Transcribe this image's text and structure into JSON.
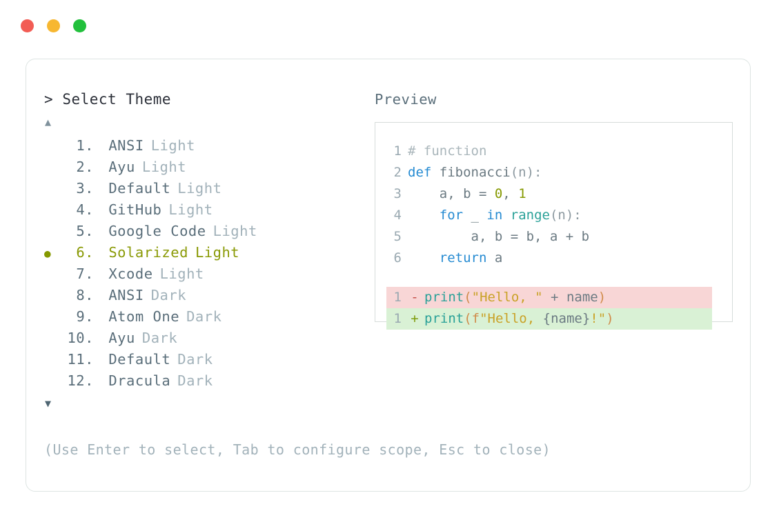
{
  "window": {
    "controls": [
      {
        "name": "close",
        "color": "#f25c54"
      },
      {
        "name": "minimize",
        "color": "#f7b731"
      },
      {
        "name": "maximize",
        "color": "#22c03c"
      }
    ]
  },
  "picker": {
    "caret": ">",
    "prompt": "Select Theme",
    "scroll_up_icon": "▲",
    "scroll_down_icon": "▼",
    "selected_index": 6,
    "selection_marker": "●",
    "items": [
      {
        "number": "1.",
        "name": "ANSI",
        "variant": "Light",
        "selected": false
      },
      {
        "number": "2.",
        "name": "Ayu",
        "variant": "Light",
        "selected": false
      },
      {
        "number": "3.",
        "name": "Default",
        "variant": "Light",
        "selected": false
      },
      {
        "number": "4.",
        "name": "GitHub",
        "variant": "Light",
        "selected": false
      },
      {
        "number": "5.",
        "name": "Google Code",
        "variant": "Light",
        "selected": false
      },
      {
        "number": "6.",
        "name": "Solarized",
        "variant": "Light",
        "selected": true
      },
      {
        "number": "7.",
        "name": "Xcode",
        "variant": "Light",
        "selected": false
      },
      {
        "number": "8.",
        "name": "ANSI",
        "variant": "Dark",
        "selected": false
      },
      {
        "number": "9.",
        "name": "Atom One",
        "variant": "Dark",
        "selected": false
      },
      {
        "number": "10.",
        "name": "Ayu",
        "variant": "Dark",
        "selected": false
      },
      {
        "number": "11.",
        "name": "Default",
        "variant": "Dark",
        "selected": false
      },
      {
        "number": "12.",
        "name": "Dracula",
        "variant": "Dark",
        "selected": false
      }
    ]
  },
  "preview": {
    "label": "Preview",
    "code_lines": [
      {
        "ln": "1",
        "tokens": [
          {
            "t": "# function",
            "c": "tok-comment"
          }
        ]
      },
      {
        "ln": "2",
        "tokens": [
          {
            "t": "def ",
            "c": "tok-kw"
          },
          {
            "t": "fibonacci",
            "c": "tok-plain"
          },
          {
            "t": "(n):",
            "c": "tok-punct"
          }
        ]
      },
      {
        "ln": "3",
        "tokens": [
          {
            "t": "    a, b = ",
            "c": "tok-plain"
          },
          {
            "t": "0",
            "c": "tok-num"
          },
          {
            "t": ", ",
            "c": "tok-plain"
          },
          {
            "t": "1",
            "c": "tok-num"
          }
        ]
      },
      {
        "ln": "4",
        "tokens": [
          {
            "t": "    ",
            "c": "tok-plain"
          },
          {
            "t": "for",
            "c": "tok-kw"
          },
          {
            "t": " _ ",
            "c": "tok-plain"
          },
          {
            "t": "in",
            "c": "tok-kw"
          },
          {
            "t": " ",
            "c": "tok-plain"
          },
          {
            "t": "range",
            "c": "tok-fn"
          },
          {
            "t": "(n):",
            "c": "tok-punct"
          }
        ]
      },
      {
        "ln": "5",
        "tokens": [
          {
            "t": "        a, b = b, a + b",
            "c": "tok-plain"
          }
        ]
      },
      {
        "ln": "6",
        "tokens": [
          {
            "t": "    ",
            "c": "tok-plain"
          },
          {
            "t": "return",
            "c": "tok-kw"
          },
          {
            "t": " a",
            "c": "tok-plain"
          }
        ]
      }
    ],
    "diff_lines": [
      {
        "ln": "1",
        "sign": "-",
        "kind": "removed",
        "tokens": [
          {
            "t": "print",
            "c": "tok-fn"
          },
          {
            "t": "(",
            "c": "tok-paren"
          },
          {
            "t": "\"Hello, \"",
            "c": "tok-str"
          },
          {
            "t": " + ",
            "c": "tok-plain"
          },
          {
            "t": "name",
            "c": "tok-plain"
          },
          {
            "t": ")",
            "c": "tok-paren"
          }
        ]
      },
      {
        "ln": "1",
        "sign": "+",
        "kind": "added",
        "tokens": [
          {
            "t": "print",
            "c": "tok-fn"
          },
          {
            "t": "(",
            "c": "tok-paren"
          },
          {
            "t": "f",
            "c": "tok-paren"
          },
          {
            "t": "\"Hello, ",
            "c": "tok-str"
          },
          {
            "t": "{",
            "c": "tok-brace"
          },
          {
            "t": "name",
            "c": "tok-plain"
          },
          {
            "t": "}",
            "c": "tok-brace"
          },
          {
            "t": "!",
            "c": "tok-bang"
          },
          {
            "t": "\"",
            "c": "tok-str"
          },
          {
            "t": ")",
            "c": "tok-paren"
          }
        ]
      }
    ]
  },
  "footer": {
    "help": "(Use Enter to select, Tab to configure scope, Esc to close)"
  }
}
